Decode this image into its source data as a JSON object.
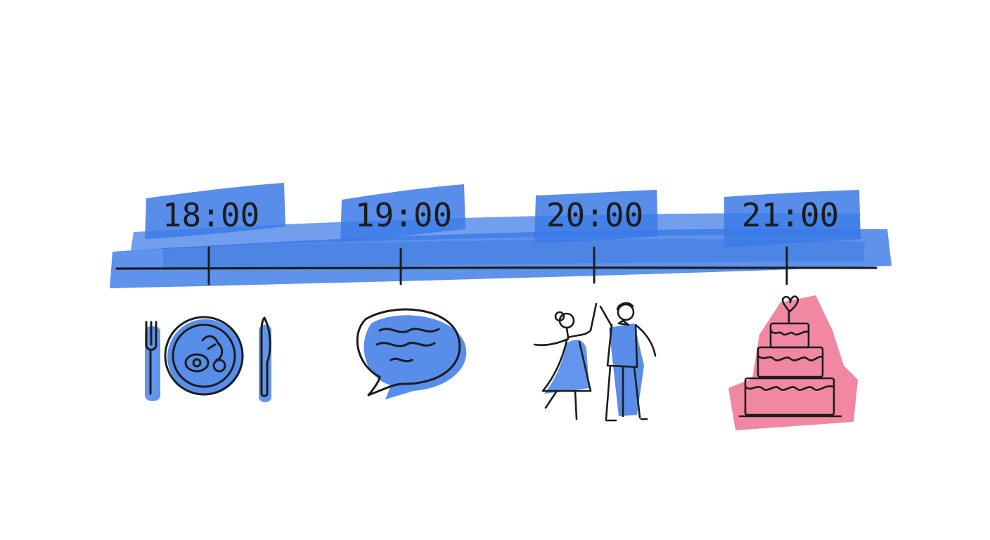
{
  "timeline": {
    "colors": {
      "band": "#3b7ae6",
      "ink": "#1c1c1c",
      "cake": "#ee6c8f"
    },
    "events": [
      {
        "time": "18:00",
        "icon": "dinner-plate-icon"
      },
      {
        "time": "19:00",
        "icon": "speech-bubble-icon"
      },
      {
        "time": "20:00",
        "icon": "dancing-couple-icon"
      },
      {
        "time": "21:00",
        "icon": "wedding-cake-icon"
      }
    ]
  }
}
